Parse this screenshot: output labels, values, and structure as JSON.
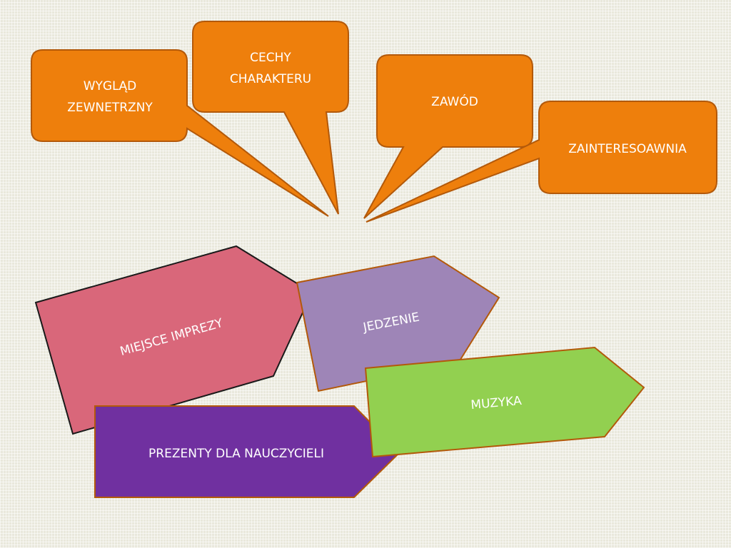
{
  "colors": {
    "background": "#e9e8dc",
    "callout_fill": "#ee7f0c",
    "callout_stroke": "#b3590a",
    "miejsce_fill": "#d9677a",
    "jedzenie_fill": "#9e85b7",
    "muzyka_fill": "#92d050",
    "prezenty_fill": "#7030a0"
  },
  "callouts": {
    "wyglad": {
      "line1": "WYGLĄD",
      "line2": "ZEWNETRZNY"
    },
    "cechy": {
      "line1": "CECHY",
      "line2": "CHARAKTERU"
    },
    "zawod": {
      "label": "ZAWÓD"
    },
    "zainteresowania": {
      "label": "ZAINTERESOAWNIA"
    }
  },
  "arrows": {
    "miejsce": {
      "label": "MIEJSCE IMPREZY"
    },
    "jedzenie": {
      "label": "JEDZENIE"
    },
    "muzyka": {
      "label": "MUZYKA"
    },
    "prezenty": {
      "label": "PREZENTY DLA NAUCZYCIELI"
    }
  }
}
